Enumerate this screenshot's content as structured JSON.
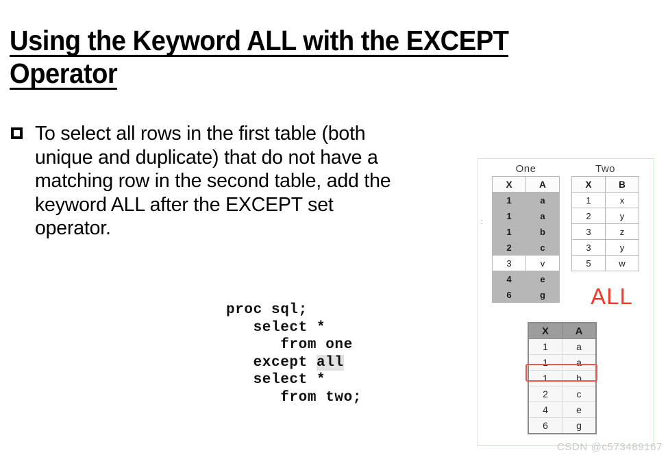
{
  "slide": {
    "title_line1": "Using the Keyword ALL with the EXCEPT",
    "title_line2": "Operator"
  },
  "bullet": {
    "marker": "hollow-square-bullet",
    "text": "To select all rows in the first table (both unique and duplicate) that do not have a matching row in the second table, add the keyword ALL after the EXCEPT set operator."
  },
  "code": {
    "line1": "proc sql;",
    "line2": "   select *",
    "line3": "      from one",
    "line4_prefix": "   except ",
    "line4_highlight": "all",
    "line5": "   select *",
    "line6": "      from two;"
  },
  "diagram": {
    "colon_mark": ":",
    "all_label": "ALL",
    "all_color": "#f4392b",
    "highlight_color": "#e8594b",
    "shaded_row_color": "#b7b7b7",
    "frame_color": "#cdeacd",
    "table_one": {
      "caption": "One",
      "headers": [
        "X",
        "A"
      ],
      "rows": [
        {
          "cells": [
            "1",
            "a"
          ],
          "shaded": true
        },
        {
          "cells": [
            "1",
            "a"
          ],
          "shaded": true
        },
        {
          "cells": [
            "1",
            "b"
          ],
          "shaded": true
        },
        {
          "cells": [
            "2",
            "c"
          ],
          "shaded": true
        },
        {
          "cells": [
            "3",
            "v"
          ],
          "shaded": false
        },
        {
          "cells": [
            "4",
            "e"
          ],
          "shaded": true
        },
        {
          "cells": [
            "6",
            "g"
          ],
          "shaded": true
        }
      ]
    },
    "table_two": {
      "caption": "Two",
      "headers": [
        "X",
        "B"
      ],
      "rows": [
        {
          "cells": [
            "1",
            "x"
          ],
          "shaded": false
        },
        {
          "cells": [
            "2",
            "y"
          ],
          "shaded": false
        },
        {
          "cells": [
            "3",
            "z"
          ],
          "shaded": false
        },
        {
          "cells": [
            "3",
            "y"
          ],
          "shaded": false
        },
        {
          "cells": [
            "5",
            "w"
          ],
          "shaded": false
        }
      ]
    },
    "table_result": {
      "headers": [
        "X",
        "A"
      ],
      "rows": [
        {
          "cells": [
            "1",
            "a"
          ],
          "outlined": false
        },
        {
          "cells": [
            "1",
            "a"
          ],
          "outlined": true
        },
        {
          "cells": [
            "1",
            "b"
          ],
          "outlined": false
        },
        {
          "cells": [
            "2",
            "c"
          ],
          "outlined": false
        },
        {
          "cells": [
            "4",
            "e"
          ],
          "outlined": false
        },
        {
          "cells": [
            "6",
            "g"
          ],
          "outlined": false
        }
      ]
    }
  },
  "watermark": {
    "text": "CSDN @c573489167"
  }
}
